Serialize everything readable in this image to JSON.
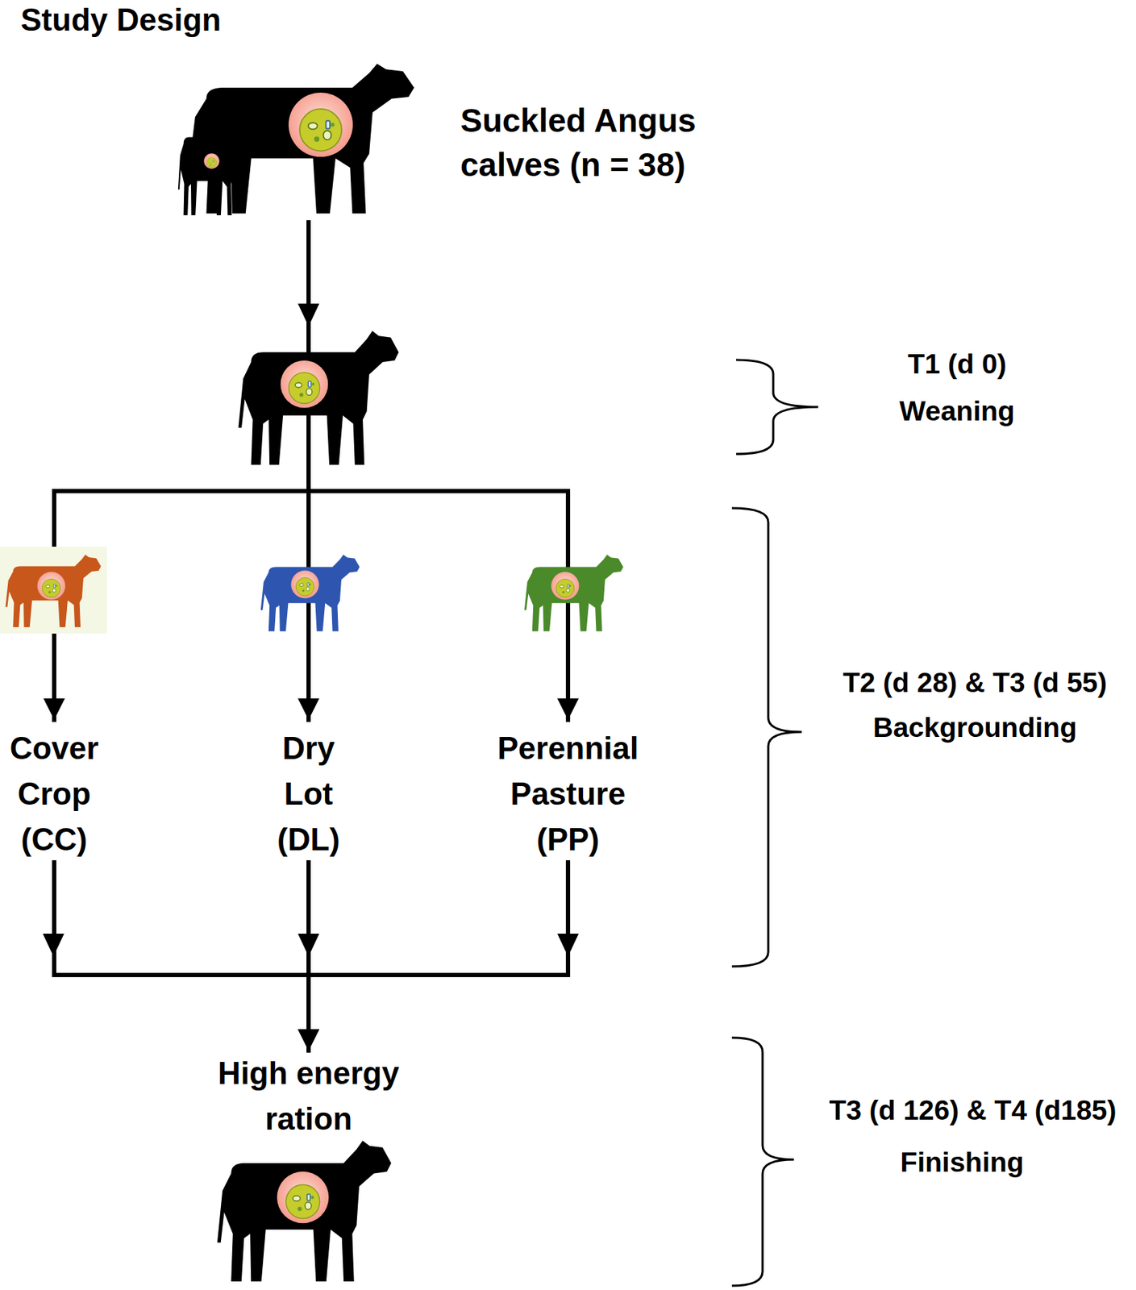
{
  "diagram": {
    "title": "Study Design",
    "nodes": [
      {
        "text": [
          "Suckled Angus calves (n = 38)"
        ]
      },
      {
        "text": [
          "Cover Crop (CC)"
        ]
      },
      {
        "text": [
          "Dry Lot (DL)"
        ]
      },
      {
        "text": [
          "Perennial Pasture (PP)"
        ]
      },
      {
        "text": [
          "High energy ration"
        ]
      }
    ],
    "edges": [
      {
        "from": 0,
        "to": 1,
        "arrow": "to"
      },
      {
        "from": 0,
        "to": 2,
        "arrow": "to"
      },
      {
        "from": 0,
        "to": 3,
        "arrow": "to"
      },
      {
        "from": 1,
        "to": 4,
        "arrow": "to"
      },
      {
        "from": 2,
        "to": 4,
        "arrow": "to"
      },
      {
        "from": 3,
        "to": 4,
        "arrow": "to"
      }
    ],
    "labels": [
      "T1 (d 0)",
      "Weaning",
      "T2 (d 28) & T3 (d 55)",
      "Backgrounding",
      "T3 (d 126) & T4 (d185)",
      "Finishing"
    ]
  }
}
